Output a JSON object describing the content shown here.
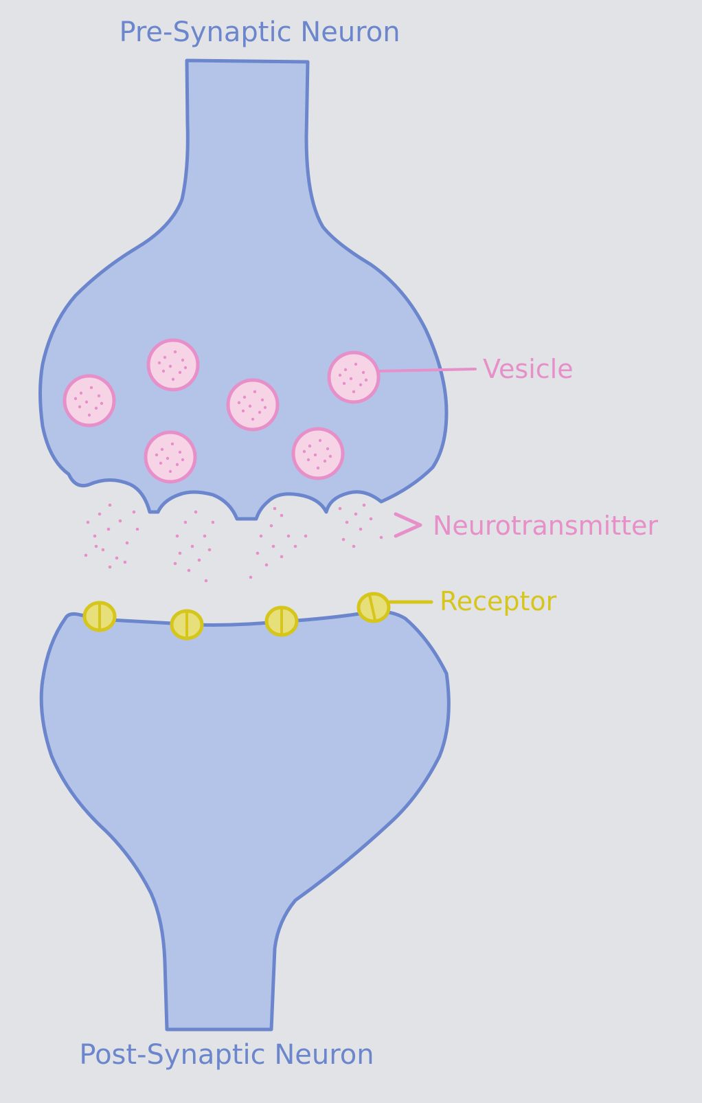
{
  "labels": {
    "pre_synaptic": "Pre-Synaptic Neuron",
    "post_synaptic": "Post-Synaptic Neuron",
    "vesicle": "Vesicle",
    "neurotransmitter": "Neurotransmitter",
    "receptor": "Receptor"
  },
  "colors": {
    "background": "#e1e3e6",
    "neuron_fill": "#b3c4e8",
    "neuron_outline": "#6b86cc",
    "neuron_label": "#6b86cc",
    "vesicle_fill": "#f7d3e6",
    "vesicle_outline": "#e68fc8",
    "vesicle_label": "#e68fc8",
    "receptor_fill": "#e6df7a",
    "receptor_outline": "#d6c51a",
    "receptor_label": "#d6c51a"
  },
  "counts": {
    "vesicles": 6,
    "receptors": 4
  }
}
